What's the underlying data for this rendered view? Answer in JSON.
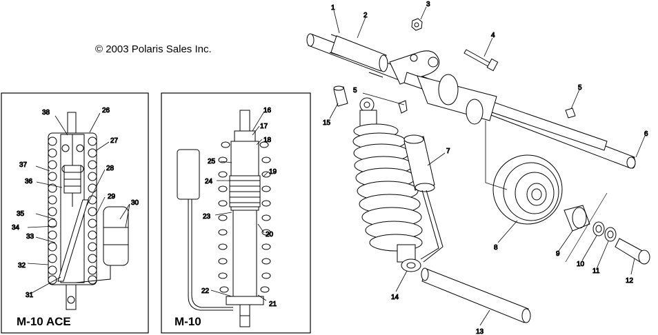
{
  "header": {
    "copyright": "© 2003 Polaris Sales Inc."
  },
  "panels": {
    "ace": {
      "title": "M-10 ACE"
    },
    "m10": {
      "title": "M-10"
    }
  },
  "callouts": {
    "n1": "1",
    "n2": "2",
    "n3": "3",
    "n4": "4",
    "n5a": "5",
    "n5b": "5",
    "n6": "6",
    "n7": "7",
    "n8": "8",
    "n9": "9",
    "n10": "10",
    "n11": "11",
    "n12": "12",
    "n13": "13",
    "n14": "14",
    "n15": "15",
    "n16": "16",
    "n17": "17",
    "n18": "18",
    "n19": "19",
    "n20": "20",
    "n21": "21",
    "n22": "22",
    "n23": "23",
    "n24": "24",
    "n25": "25",
    "n26": "26",
    "n27": "27",
    "n28": "28",
    "n29": "29",
    "n30": "30",
    "n31": "31",
    "n32": "32",
    "n33": "33",
    "n34": "34",
    "n35": "35",
    "n36": "36",
    "n37": "37",
    "n38": "38"
  }
}
